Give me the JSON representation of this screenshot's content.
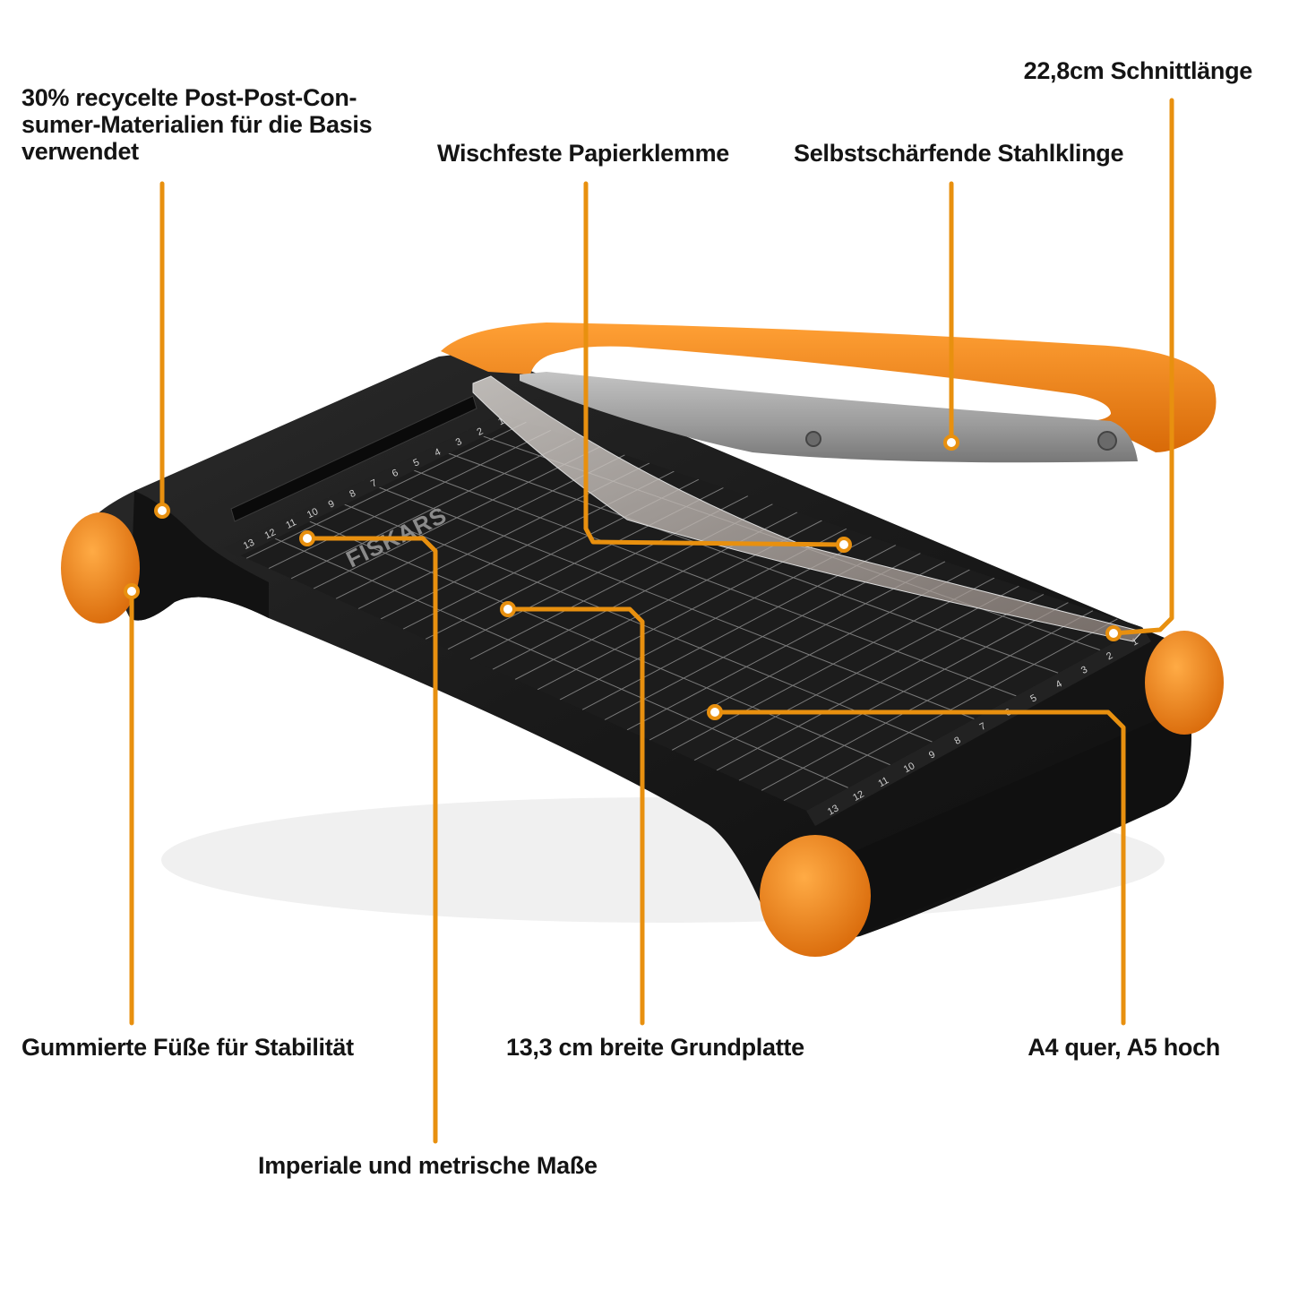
{
  "callouts": {
    "recycled": {
      "lines": [
        "30% recycelte Post-Post-Con-",
        "sumer-Materialien für die Basis",
        "verwendet"
      ]
    },
    "paper_clamp": "Wischfeste Papierklemme",
    "blade": "Selbstschärfende Stahlklinge",
    "cut_length": "22,8cm Schnittlänge",
    "feet": "Gummierte Füße für Stabilität",
    "base_width": "13,3 cm breite Grundplatte",
    "formats": "A4 quer, A5 hoch",
    "measurements": "Imperiale und metrische Maße"
  },
  "product": {
    "brand_logo": "FISKARS",
    "ruler_numbers": [
      "13",
      "12",
      "11",
      "10",
      "9",
      "8",
      "7",
      "6",
      "5",
      "4",
      "3",
      "2",
      "1"
    ]
  },
  "colors": {
    "accent": "#ef8a1e",
    "accent_dark": "#c85a00",
    "callout_line": "#e8900f",
    "base": "#1b1b1b",
    "blade": "#a8a8a8",
    "text": "#141414"
  }
}
